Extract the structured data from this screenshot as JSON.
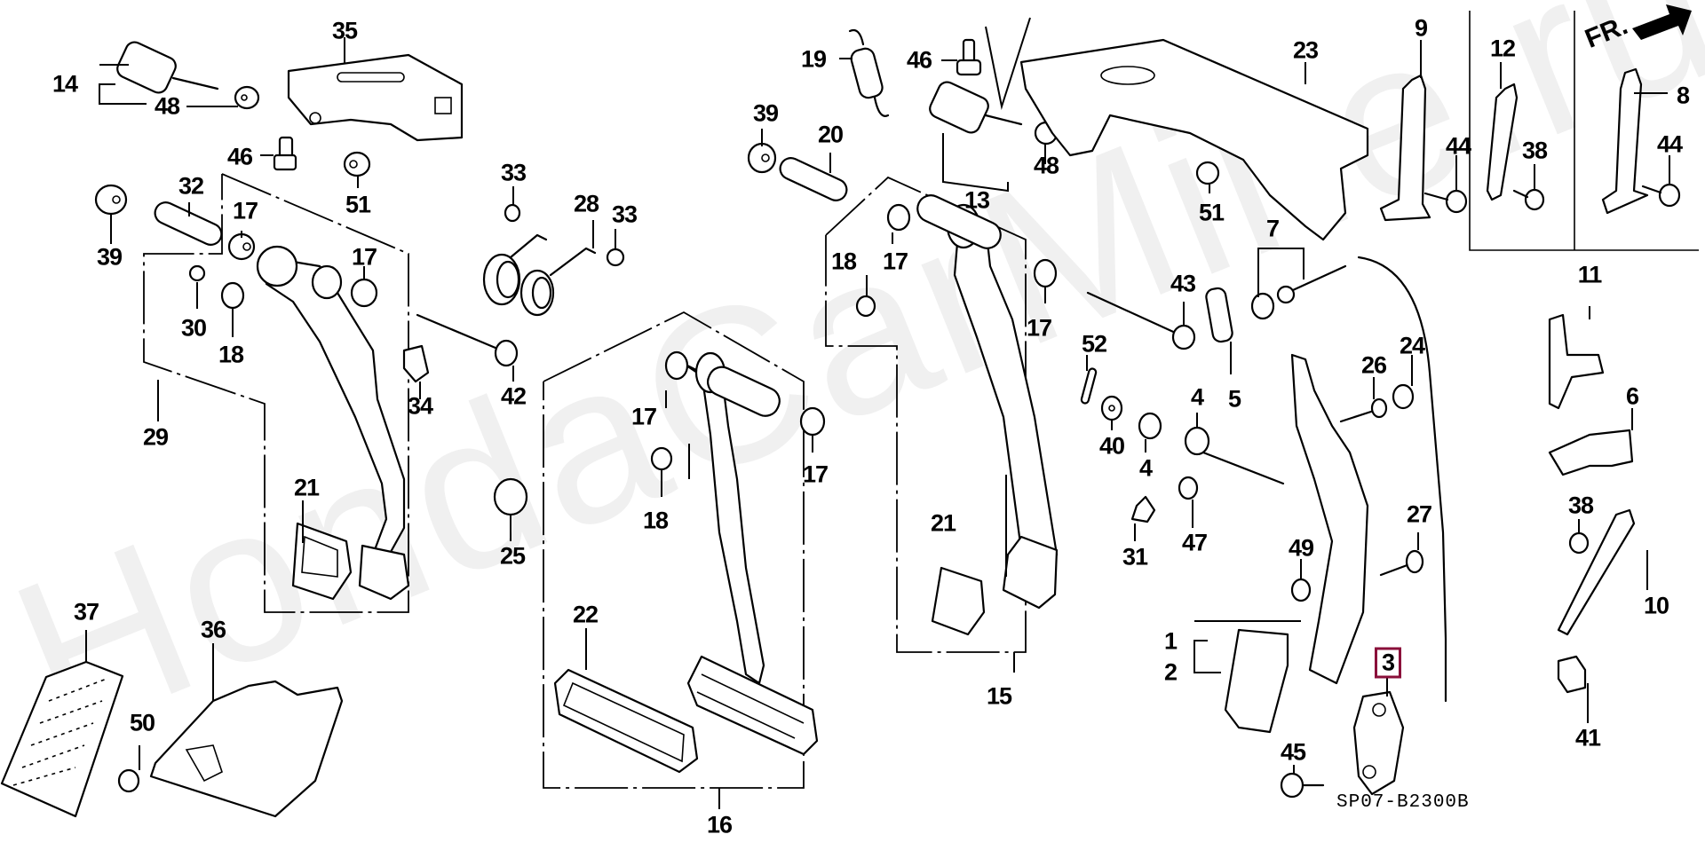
{
  "diagram": {
    "title": "Pedal assembly parts diagram",
    "reference_code": "SP07-B2300B",
    "watermark": "HondaCarMine.ru",
    "direction_marker": {
      "label": "FR.",
      "icon": "front-arrow-icon"
    },
    "highlighted_part": "3",
    "highlight_color": "#8a0f3a",
    "callouts": [
      {
        "id": "c14",
        "label": "14"
      },
      {
        "id": "c48a",
        "label": "48"
      },
      {
        "id": "c35",
        "label": "35"
      },
      {
        "id": "c46a",
        "label": "46"
      },
      {
        "id": "c51a",
        "label": "51"
      },
      {
        "id": "c39a",
        "label": "39"
      },
      {
        "id": "c32",
        "label": "32"
      },
      {
        "id": "c17a",
        "label": "17"
      },
      {
        "id": "c17b",
        "label": "17"
      },
      {
        "id": "c30",
        "label": "30"
      },
      {
        "id": "c18a",
        "label": "18"
      },
      {
        "id": "c29",
        "label": "29"
      },
      {
        "id": "c34",
        "label": "34"
      },
      {
        "id": "c42",
        "label": "42"
      },
      {
        "id": "c21a",
        "label": "21"
      },
      {
        "id": "c25",
        "label": "25"
      },
      {
        "id": "c33a",
        "label": "33"
      },
      {
        "id": "c28",
        "label": "28"
      },
      {
        "id": "c33b",
        "label": "33"
      },
      {
        "id": "c19",
        "label": "19"
      },
      {
        "id": "c39b",
        "label": "39"
      },
      {
        "id": "c20",
        "label": "20"
      },
      {
        "id": "c46b",
        "label": "46"
      },
      {
        "id": "c48b",
        "label": "48"
      },
      {
        "id": "c13",
        "label": "13"
      },
      {
        "id": "c18b",
        "label": "18"
      },
      {
        "id": "c17c",
        "label": "17"
      },
      {
        "id": "c17d",
        "label": "17"
      },
      {
        "id": "c17e",
        "label": "17"
      },
      {
        "id": "c17f",
        "label": "17"
      },
      {
        "id": "c18c",
        "label": "18"
      },
      {
        "id": "c21b",
        "label": "21"
      },
      {
        "id": "c15",
        "label": "15"
      },
      {
        "id": "c22",
        "label": "22"
      },
      {
        "id": "c16",
        "label": "16"
      },
      {
        "id": "c37",
        "label": "37"
      },
      {
        "id": "c36",
        "label": "36"
      },
      {
        "id": "c50",
        "label": "50"
      },
      {
        "id": "c23",
        "label": "23"
      },
      {
        "id": "c51b",
        "label": "51"
      },
      {
        "id": "c7",
        "label": "7"
      },
      {
        "id": "c43",
        "label": "43"
      },
      {
        "id": "c5",
        "label": "5"
      },
      {
        "id": "c52",
        "label": "52"
      },
      {
        "id": "c40",
        "label": "40"
      },
      {
        "id": "c4a",
        "label": "4"
      },
      {
        "id": "c4b",
        "label": "4"
      },
      {
        "id": "c31",
        "label": "31"
      },
      {
        "id": "c47",
        "label": "47"
      },
      {
        "id": "c26",
        "label": "26"
      },
      {
        "id": "c24",
        "label": "24"
      },
      {
        "id": "c27",
        "label": "27"
      },
      {
        "id": "c49",
        "label": "49"
      },
      {
        "id": "c1",
        "label": "1"
      },
      {
        "id": "c2",
        "label": "2"
      },
      {
        "id": "c3",
        "label": "3"
      },
      {
        "id": "c45",
        "label": "45"
      },
      {
        "id": "c9",
        "label": "9"
      },
      {
        "id": "c44a",
        "label": "44"
      },
      {
        "id": "c12",
        "label": "12"
      },
      {
        "id": "c38a",
        "label": "38"
      },
      {
        "id": "c8",
        "label": "8"
      },
      {
        "id": "c44b",
        "label": "44"
      },
      {
        "id": "c11",
        "label": "11"
      },
      {
        "id": "c6",
        "label": "6"
      },
      {
        "id": "c38b",
        "label": "38"
      },
      {
        "id": "c10",
        "label": "10"
      },
      {
        "id": "c41",
        "label": "41"
      }
    ]
  }
}
